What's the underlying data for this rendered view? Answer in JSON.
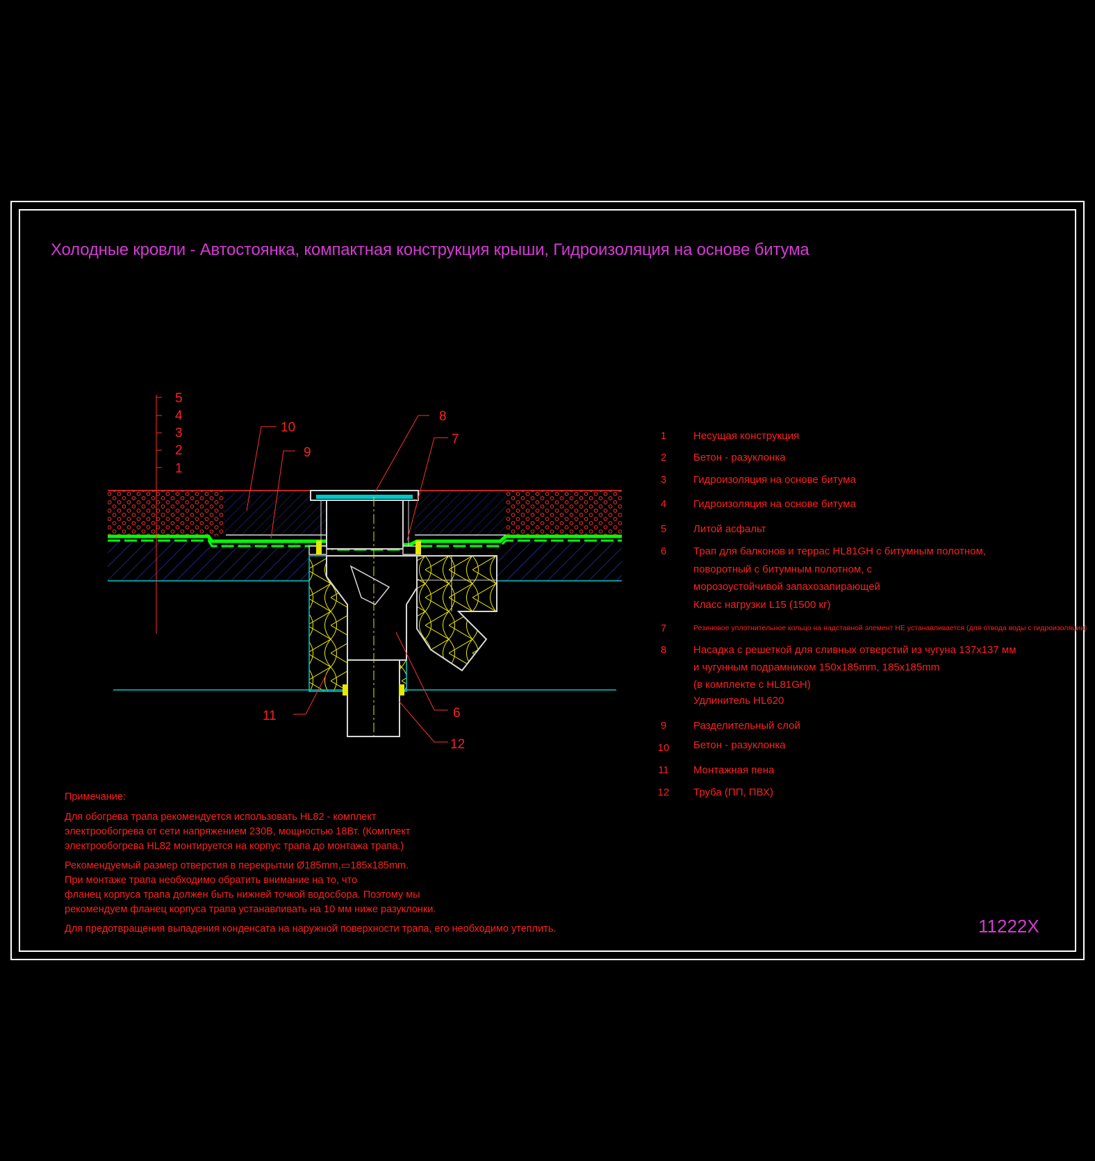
{
  "title": "Холодные кровли - Автостоянка, компактная конструкция крыши, Гидроизоляция на основе битума",
  "callouts": {
    "layers": [
      "5",
      "4",
      "3",
      "2",
      "1"
    ],
    "n10": "10",
    "n9": "9",
    "n8": "8",
    "n7": "7",
    "n11": "11",
    "n6": "6",
    "n12": "12"
  },
  "legend": [
    {
      "num": "1",
      "text": "Несущая конструкция"
    },
    {
      "num": "2",
      "text": "Бетон - разуклонка"
    },
    {
      "num": "3",
      "text": "Гидроизоляция на основе битума"
    },
    {
      "num": "4",
      "text": "Гидроизоляция на основе битума"
    },
    {
      "num": "5",
      "text": "Литой асфальт"
    },
    {
      "num": "6",
      "text": "Трап для балконов и террас HL81GH с битумным полотном,",
      "cont": [
        "поворотный  с битумным полотном, с",
        "морозоустойчивой запахозапирающей",
        "Класс нагрузки L15 (1500 кг)"
      ]
    },
    {
      "num": "7",
      "text": "Резиновое уплотнительное кольцо на надставной элемент НЕ устанавливается (для отвода воды с гидроизоляции)"
    },
    {
      "num": "8",
      "text": "Насадка с решеткой для сливных отверстий из чугуна 137x137 мм",
      "cont": [
        "и чугунным подрамником 150x185mm,   185x185mm",
        "(в комплекте с HL81GH)",
        "Удлинитель HL620"
      ]
    },
    {
      "num": "9",
      "text": "Разделительный слой"
    },
    {
      "num": "10",
      "text": "Бетон - разуклонка"
    },
    {
      "num": "11",
      "text": "Монтажная пена"
    },
    {
      "num": "12",
      "text": "Труба (ПП, ПВХ)"
    }
  ],
  "notes": {
    "heading": "Примечание:",
    "lines": [
      "Для обогрева трапа рекомендуется использовать HL82 - комплект",
      "электрообогрева от сети напряжением 230В, мощностью 18Вт. (Комплект",
      "электрообогрева HL82 монтируется на корпус трапа до монтажа трапа.)",
      "Рекомендуемый размер отверстия в перекрытии Ø185mm,▭185x185mm.",
      "При монтаже трапа необходимо обратить внимание на то, что",
      "фланец корпуса трапа должен быть нижней точкой водосбора. Поэтому мы",
      "рекомендуем фланец корпуса трапа устанавливать на 10 мм ниже разуклонки.",
      "Для предотвращения выпадения конденсата на наружной поверхности трапа, его необходимо утеплить."
    ]
  },
  "drawing_code": "11222X",
  "colors": {
    "title": "#d43ad4",
    "text": "#ff2020",
    "frame": "#ffffff",
    "membrane": "#00ff00",
    "hatch": "#2e3fd0",
    "insulation": "#f0f000",
    "drain": "#d8d8d8"
  }
}
